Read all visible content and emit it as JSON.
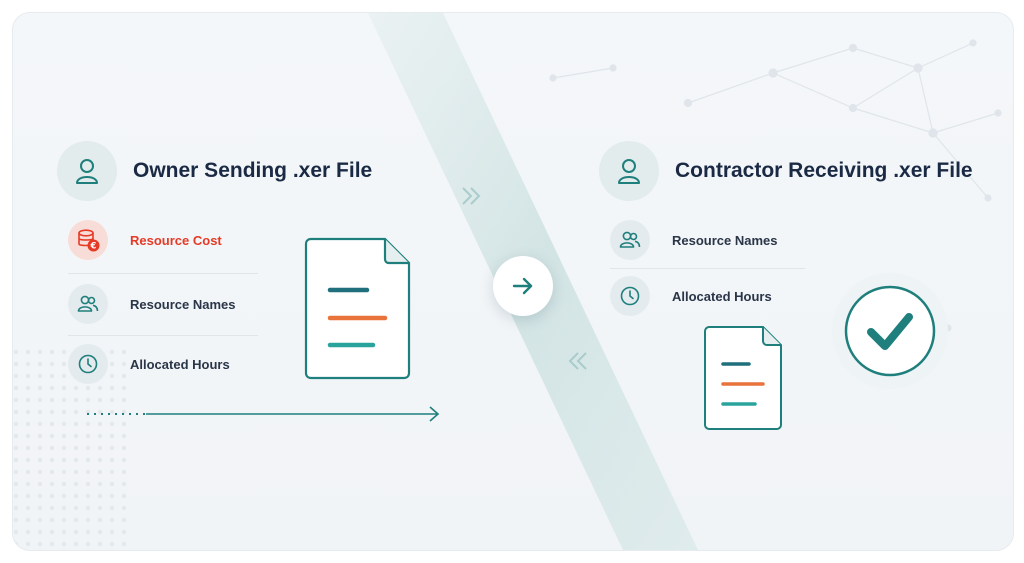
{
  "colors": {
    "teal": "#1f7f7c",
    "navy": "#1b2a44",
    "orange": "#e9733a",
    "red": "#e53b26"
  },
  "owner": {
    "title": "Owner Sending .xer File",
    "icon": "user-icon",
    "items": [
      {
        "label": "Resource Cost",
        "icon": "cost-database-euro-icon",
        "highlight": true
      },
      {
        "label": "Resource Names",
        "icon": "users-icon",
        "highlight": false
      },
      {
        "label": "Allocated Hours",
        "icon": "clock-icon",
        "highlight": false
      }
    ]
  },
  "contractor": {
    "title": "Contractor Receiving .xer File",
    "icon": "user-icon",
    "items": [
      {
        "label": "Resource Names",
        "icon": "users-icon"
      },
      {
        "label": "Allocated Hours",
        "icon": "clock-icon"
      }
    ]
  },
  "transfer": {
    "icon": "arrow-right-icon"
  },
  "status": {
    "icon": "checkmark-icon"
  }
}
